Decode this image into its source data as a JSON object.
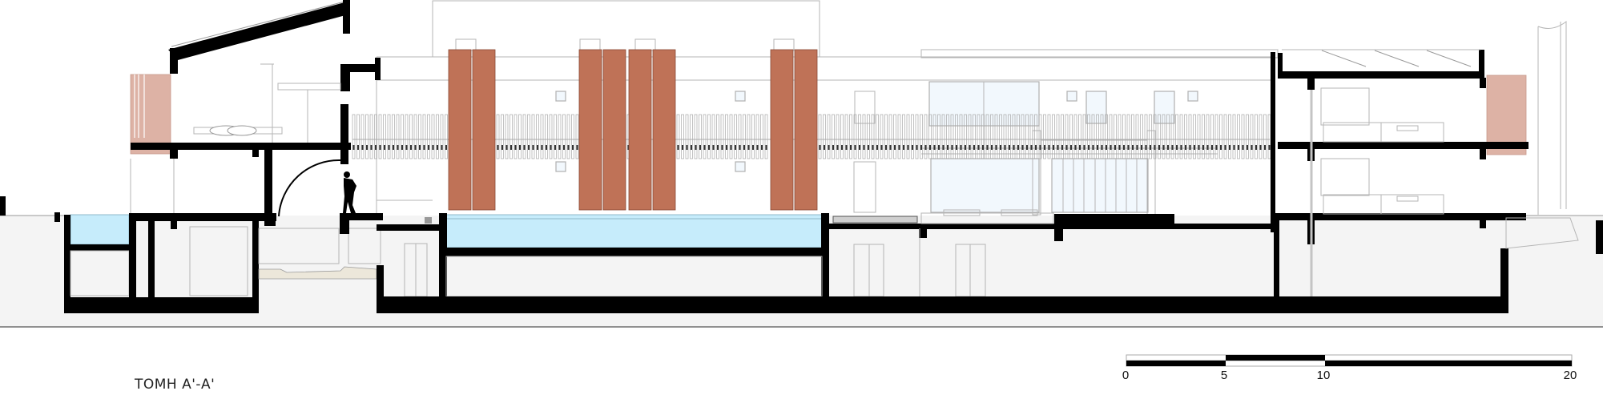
{
  "drawing": {
    "title": "ΤΟΜΗ Α'-Α'",
    "type": "architectural-section",
    "colors": {
      "cut_elements": "#000000",
      "brick_louvers": "#bf7257",
      "brick_louvers_light": "#ddb2a5",
      "pool_water": "#c6ecfb",
      "glazing": "#f2f8fd",
      "ground": "#f4f4f4",
      "fill_sand": "#ece7da"
    },
    "elements": {
      "figures": [
        "person-silhouette"
      ],
      "pools": [
        "left-plunge-pool",
        "central-pool"
      ],
      "brick_screens": 4,
      "levels": [
        "basement",
        "ground",
        "first",
        "roof"
      ]
    }
  },
  "scale_bar": {
    "unit": "m",
    "labels": [
      "0",
      "5",
      "10",
      "20"
    ]
  }
}
